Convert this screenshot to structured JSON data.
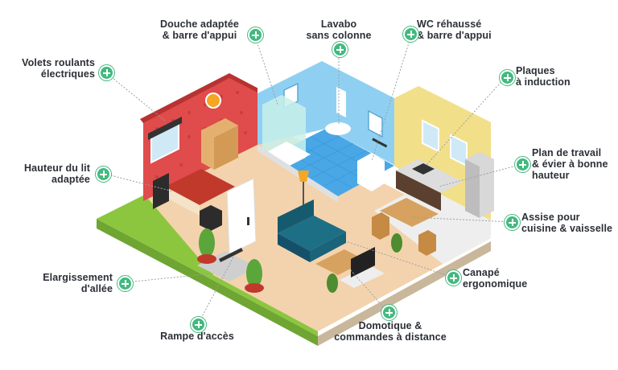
{
  "colors": {
    "accent_green": "#43b97f",
    "grass": "#8cc63f",
    "wall_red": "#e04b4b",
    "wall_blue": "#8fd0f2",
    "wall_yellow": "#f2df8a",
    "floor_beige": "#f3d3ad",
    "sofa_teal": "#1d6f86",
    "leader_line": "#9aa0a6"
  },
  "callouts": [
    {
      "id": "douche",
      "lines": [
        "Douche adaptée",
        "& barre d'appui"
      ]
    },
    {
      "id": "lavabo",
      "lines": [
        "Lavabo",
        "sans colonne"
      ]
    },
    {
      "id": "wc",
      "lines": [
        "WC réhaussé",
        "& barre d'appui"
      ]
    },
    {
      "id": "volets",
      "lines": [
        "Volets roulants",
        "électriques"
      ]
    },
    {
      "id": "plaques",
      "lines": [
        "Plaques",
        "à induction"
      ]
    },
    {
      "id": "plan",
      "lines": [
        "Plan de travail",
        "& évier à bonne",
        "hauteur"
      ]
    },
    {
      "id": "lit",
      "lines": [
        "Hauteur du lit",
        "adaptée"
      ]
    },
    {
      "id": "assise",
      "lines": [
        "Assise pour",
        "cuisine & vaisselle"
      ]
    },
    {
      "id": "canape",
      "lines": [
        "Canapé",
        "ergonomique"
      ]
    },
    {
      "id": "allee",
      "lines": [
        "Elargissement",
        "d'allée"
      ]
    },
    {
      "id": "domotique",
      "lines": [
        "Domotique &",
        "commandes à distance"
      ]
    },
    {
      "id": "rampe",
      "lines": [
        "Rampe d'accès"
      ]
    }
  ]
}
